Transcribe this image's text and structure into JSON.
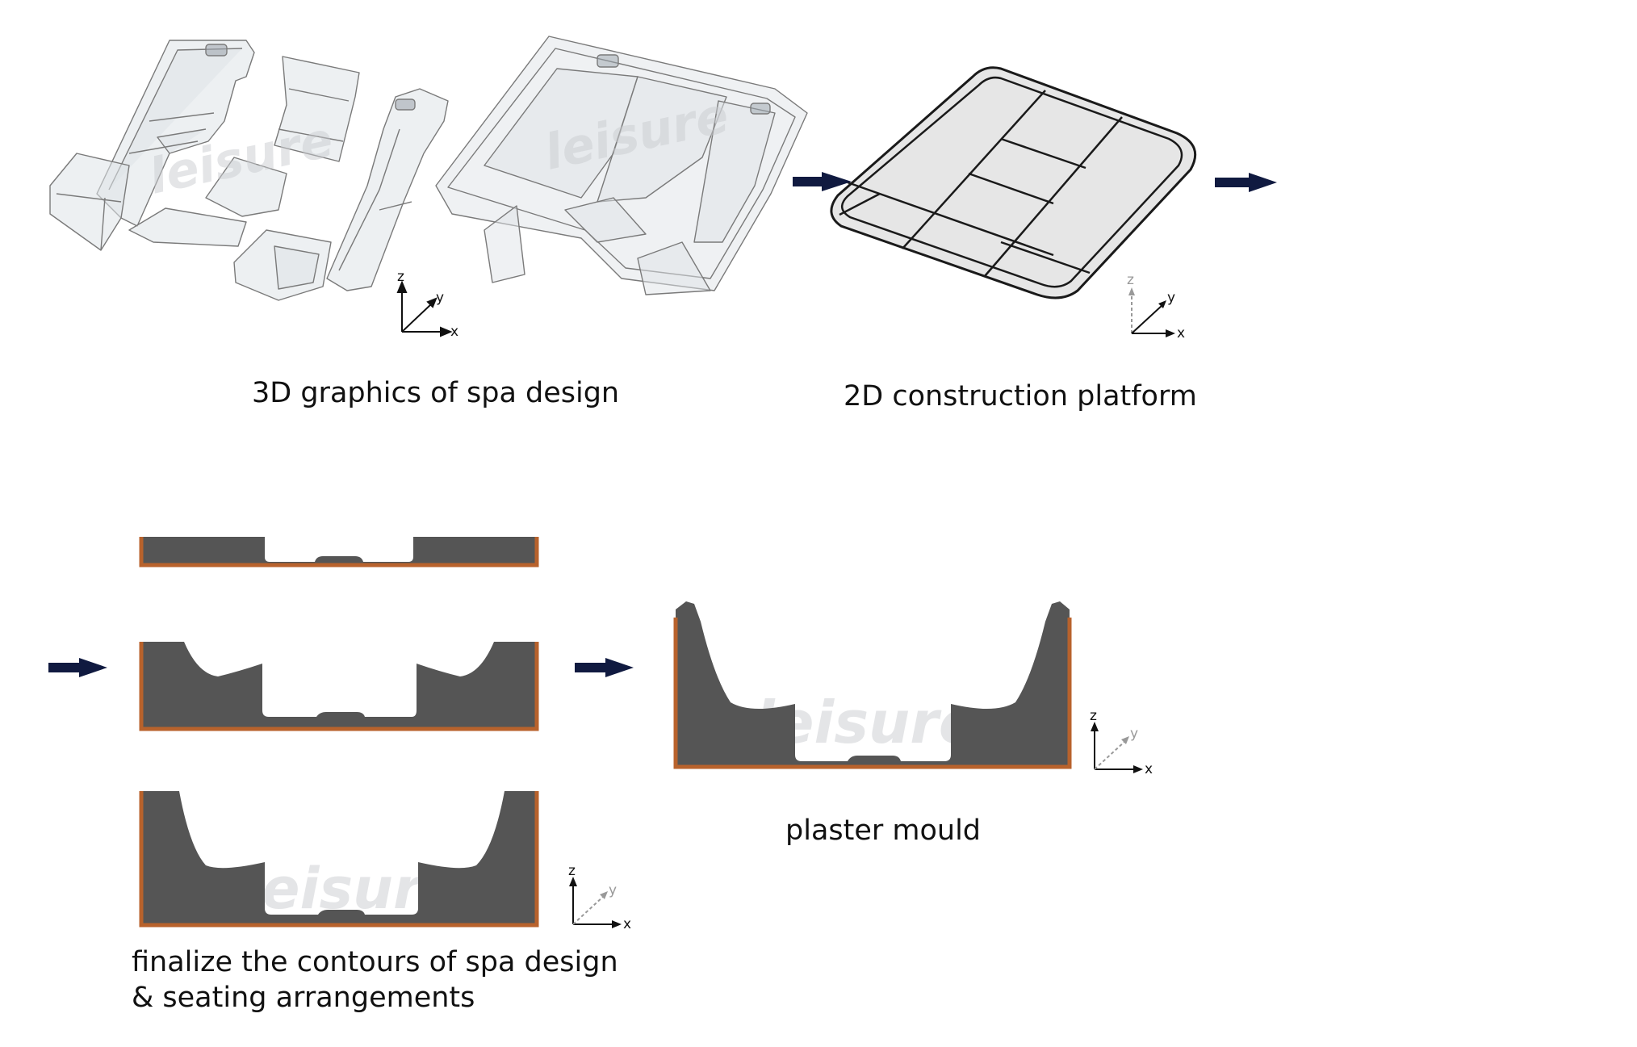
{
  "captions": {
    "spa_3d": "3D graphics of spa design",
    "platform_2d": "2D construction platform",
    "contours_line1": "finalize the contours of spa design",
    "contours_line2": "& seating arrangements",
    "plaster_mould": "plaster mould"
  },
  "watermark_text": "leisure",
  "axes": {
    "x": "x",
    "y": "y",
    "z": "z"
  },
  "colors": {
    "mould_fill": "#555555",
    "mould_edge": "#b8622c",
    "arrow": "#101a40",
    "shell_stroke": "#7a7a7a",
    "shell_fill": "#dfe3e7",
    "platform_fill": "#e6e6e6",
    "platform_stroke": "#1a1a1a"
  }
}
